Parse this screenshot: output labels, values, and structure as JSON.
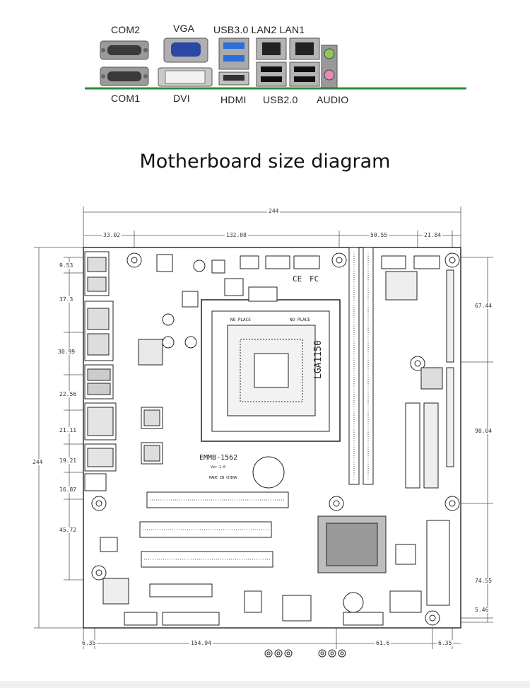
{
  "io_panel": {
    "top_labels": {
      "com2": "COM2",
      "vga": "VGA",
      "usb30_lan": "USB3.0 LAN2 LAN1"
    },
    "bottom_labels": {
      "com1": "COM1",
      "dvi": "DVI",
      "hdmi": "HDMI",
      "usb20": "USB2.0",
      "audio": "AUDIO"
    }
  },
  "title": "Motherboard size diagram",
  "drawing": {
    "dimensions_top": {
      "overall": "244",
      "seg1": "33.02",
      "seg2": "132.08",
      "seg3": "50.55",
      "seg4": "21.84"
    },
    "dimensions_left": {
      "overall": "244",
      "d1": "9.53",
      "d2": "37.3",
      "d3": "30.99",
      "d4": "22.56",
      "d5": "21.11",
      "d6": "19.21",
      "d7": "16.87",
      "d8": "45.72"
    },
    "dimensions_right": {
      "r1": "67.44",
      "r2": "90.04",
      "r3": "74.55",
      "r4": "5.46"
    },
    "dimensions_bottom": {
      "b1": "6.35",
      "b2": "154.94",
      "b3": "61.6",
      "b4": "6.35"
    },
    "board_text": {
      "model": "EMMB-1562",
      "version": "Ver:1.0",
      "made_in": "MADE IN CHINA",
      "socket": "LGA1150",
      "no_place_left": "NO PLACE",
      "no_place_right": "NO PLACE",
      "cert_ce": "CE",
      "cert_fc": "FC"
    }
  }
}
